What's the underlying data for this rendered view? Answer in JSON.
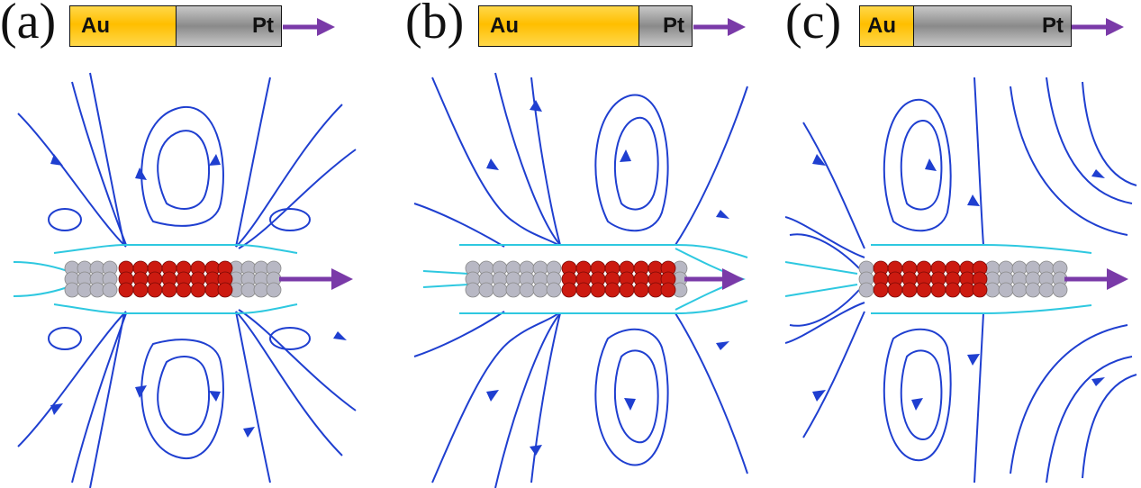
{
  "panels": [
    {
      "label": "(a)",
      "segments": {
        "au": "Au",
        "pt": "Pt"
      }
    },
    {
      "label": "(b)",
      "segments": {
        "au": "Au",
        "pt": "Pt"
      }
    },
    {
      "label": "(c)",
      "segments": {
        "au": "Au",
        "pt": "Pt"
      }
    }
  ],
  "colors": {
    "gold": "#ffbe00",
    "platinum": "#8a8a8a",
    "arrow": "#7a3aa8",
    "streamline": "#1f3fd0",
    "streamline_near": "#2ec8e0",
    "au_atom": "#cc1a10",
    "pt_atom": "#b8b8c4"
  },
  "icons": [
    "propulsion-arrow-icon",
    "streamline-arrow-icon"
  ]
}
